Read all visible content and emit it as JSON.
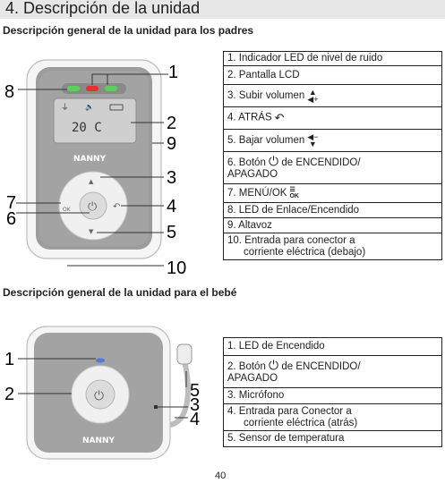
{
  "section": {
    "title": "4. Descripción de la unidad"
  },
  "parent": {
    "heading": "Descripción general de la unidad para los padres",
    "screen_text": "20 C",
    "brand": "NANNY",
    "ok_label": "OK",
    "callouts": [
      "1",
      "2",
      "9",
      "3",
      "4",
      "5",
      "10",
      "8",
      "7",
      "6"
    ],
    "items": [
      {
        "text": "1. Indicador LED de nivel de ruido"
      },
      {
        "text": "2. Pantalla LCD"
      },
      {
        "text": "3. Subir volumen",
        "icon": "volume-up-icon"
      },
      {
        "text": "4. ATRÁS",
        "icon": "back-arrow-icon"
      },
      {
        "text": "5. Bajar volumen",
        "icon": "volume-down-icon"
      },
      {
        "text_a": "6. Botón",
        "text_b": "de ENCENDIDO/",
        "text_c": "APAGADO",
        "icon": "power-icon"
      },
      {
        "text": "7. MENÚ/OK",
        "icon": "menu-ok-icon"
      },
      {
        "text": "8. LED de Enlace/Encendido"
      },
      {
        "text": "9. Altavoz"
      },
      {
        "text_a": "10. Entrada para conector a",
        "text_b": "corriente eléctrica (debajo)"
      }
    ]
  },
  "baby": {
    "heading": "Descripción general de la unidad para el bebé",
    "brand": "NANNY",
    "callouts": [
      "1",
      "2",
      "5",
      "3",
      "4"
    ],
    "items": [
      {
        "text": "1. LED de Encendido"
      },
      {
        "text_a": "2. Botón",
        "text_b": "de ENCENDIDO/",
        "text_c": "APAGADO",
        "icon": "power-icon"
      },
      {
        "text": "3. Micrófono"
      },
      {
        "text_a": "4. Entrada para Conector a",
        "text_b": "corriente eléctrica (atrás)"
      },
      {
        "text": "5. Sensor de temperatura"
      }
    ]
  },
  "footer": {
    "page": "40"
  },
  "colors": {
    "device_gray": "#9b9b9b",
    "device_white": "#f2f2f2",
    "led_red": "#e83030",
    "led_green": "#5ad15a",
    "led_blue": "#4a7dd8"
  }
}
